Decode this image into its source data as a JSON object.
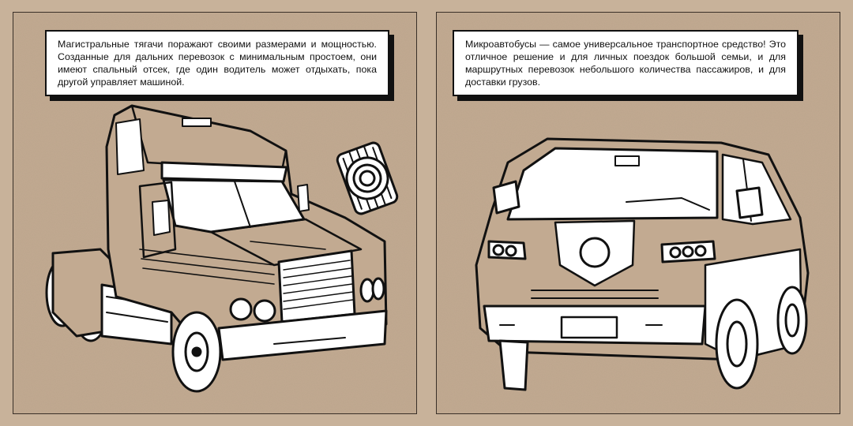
{
  "pages": {
    "left": {
      "caption": "Магистральные тягачи поражают своими размерами и мощностью. Созданные для дальних перевозок с минимальным простоем, они имеют спальный отсек, где один водитель может отдыхать, пока другой управляет машиной.",
      "illustration": "semi-truck-line-art"
    },
    "right": {
      "caption": "Микроавтобусы — самое универсальное транспортное средство! Это отличное решение и для личных поездок большой семьи, и для маршрутных перевозок небольшого количества пассажиров, и для доставки грузов.",
      "illustration": "minibus-line-art"
    }
  },
  "colors": {
    "kraft": "#c2aa91",
    "ink": "#111111",
    "paper": "#ffffff"
  }
}
